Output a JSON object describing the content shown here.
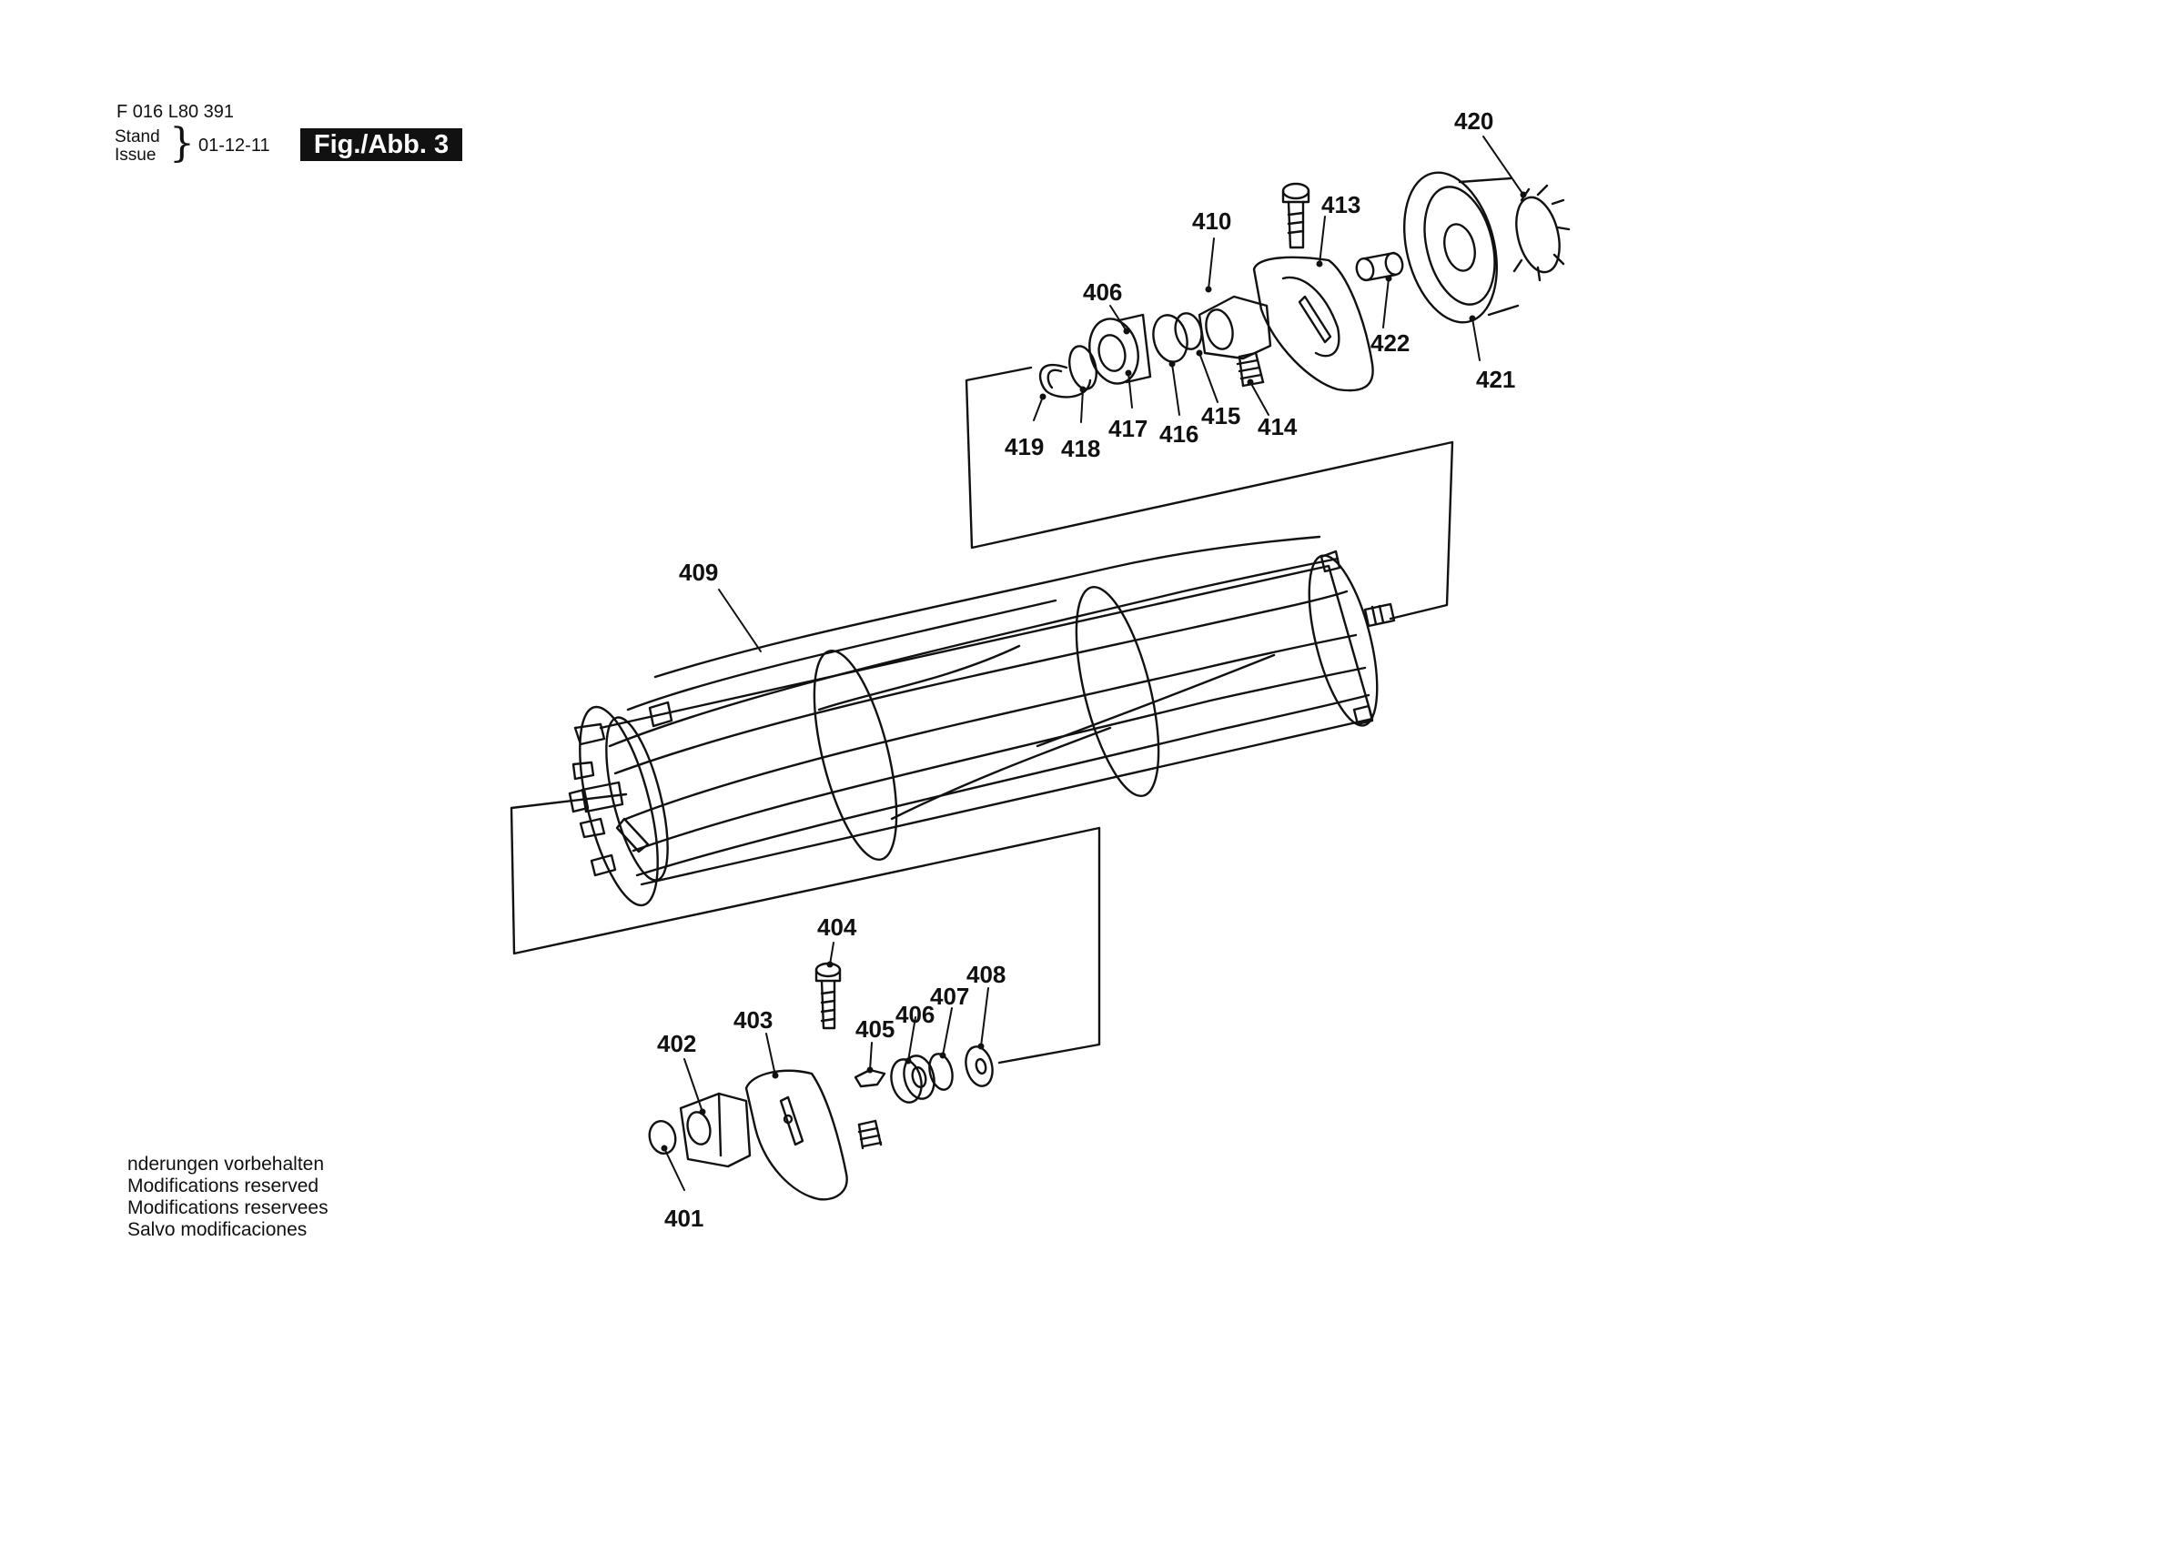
{
  "header": {
    "doc_number": "F 016 L80 391",
    "stand_label": "Stand",
    "issue_label": "Issue",
    "brace": "}",
    "date": "01-12-11",
    "figure_label": "Fig./Abb. 3"
  },
  "notes": [
    "nderungen vorbehalten",
    "Modifications reserved",
    "Modifications reservees",
    "Salvo modificaciones"
  ],
  "callouts": {
    "p401": "401",
    "p402": "402",
    "p403": "403",
    "p404": "404",
    "p405": "405",
    "p406a": "406",
    "p407": "407",
    "p408": "408",
    "p409": "409",
    "p406b": "406",
    "p410": "410",
    "p413": "413",
    "p414": "414",
    "p415": "415",
    "p416": "416",
    "p417": "417",
    "p418": "418",
    "p419": "419",
    "p420": "420",
    "p421": "421",
    "p422": "422"
  }
}
